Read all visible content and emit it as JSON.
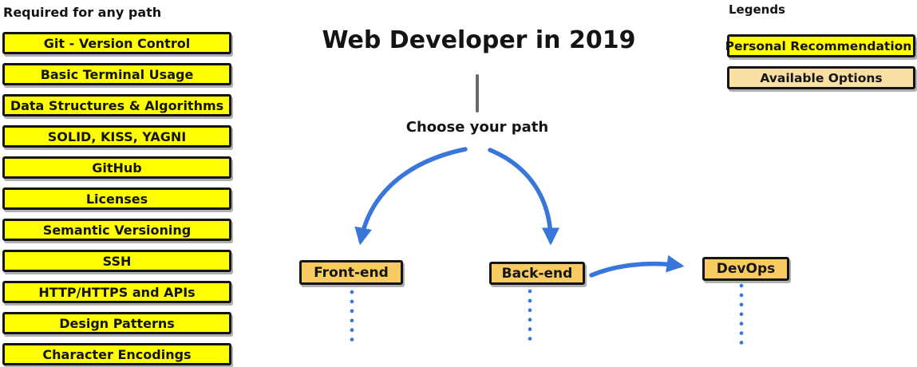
{
  "title": "Web Developer in 2019",
  "choose_label": "Choose your path",
  "required": {
    "title": "Required for any path",
    "items": [
      "Git - Version Control",
      "Basic Terminal Usage",
      "Data Structures & Algorithms",
      "SOLID, KISS, YAGNI",
      "GitHub",
      "Licenses",
      "Semantic Versioning",
      "SSH",
      "HTTP/HTTPS and APIs",
      "Design Patterns",
      "Character Encodings"
    ]
  },
  "paths": [
    {
      "label": "Front-end"
    },
    {
      "label": "Back-end"
    },
    {
      "label": "DevOps"
    }
  ],
  "legends": {
    "title": "Legends",
    "items": [
      {
        "label": "Personal Recommendation!",
        "style": "yellow"
      },
      {
        "label": "Available Options",
        "style": "tan"
      }
    ]
  },
  "colors": {
    "required_box": "#FEFE00",
    "path_box": "#F8CB60",
    "available_option_box": "#F9DFA4",
    "arrow_blue": "#3876DB",
    "box_border": "#141414",
    "stem_gray": "#6A6A6A"
  }
}
